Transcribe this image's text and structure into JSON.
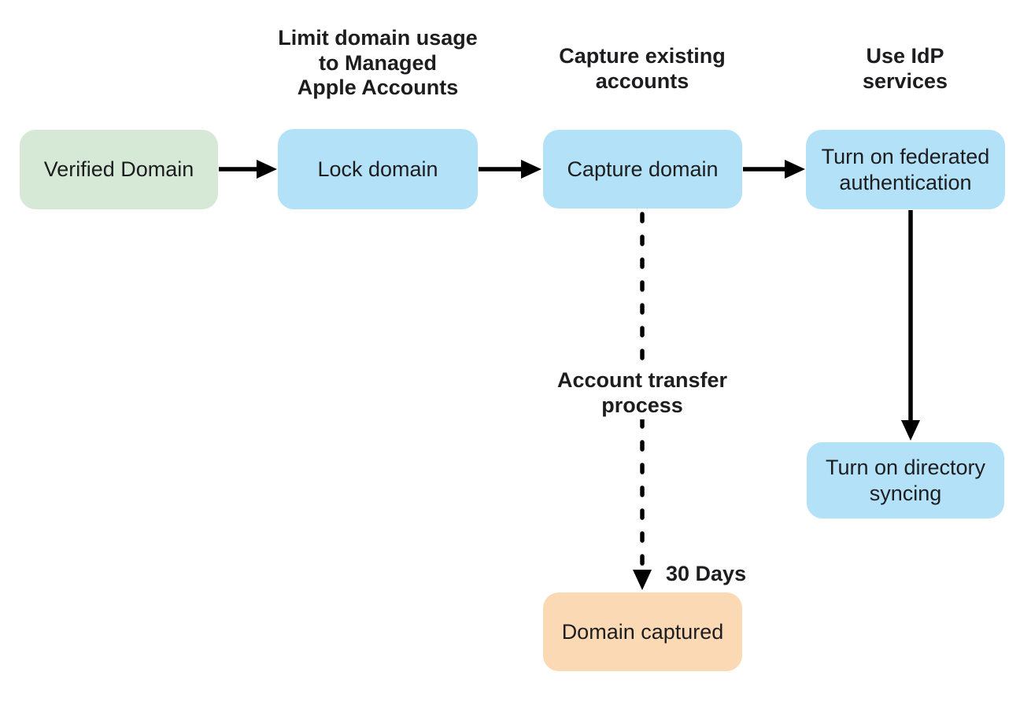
{
  "flowchart": {
    "nodes": {
      "verified_domain": "Verified Domain",
      "lock_domain": "Lock domain",
      "capture_domain": "Capture domain",
      "federated_auth": "Turn on federated\nauthentication",
      "directory_syncing": "Turn on directory\nsyncing",
      "domain_captured": "Domain captured"
    },
    "labels": {
      "limit_domain_usage": "Limit domain usage\nto Managed\nApple Accounts",
      "capture_existing": "Capture existing\naccounts",
      "use_idp": "Use IdP\nservices",
      "account_transfer": "Account transfer\nprocess",
      "thirty_days": "30 Days"
    },
    "colors": {
      "verified": "#d6e9d6",
      "process": "#b3e2f8",
      "captured": "#fbd9b4",
      "arrow": "#000000",
      "text": "#1d1d1f"
    }
  }
}
